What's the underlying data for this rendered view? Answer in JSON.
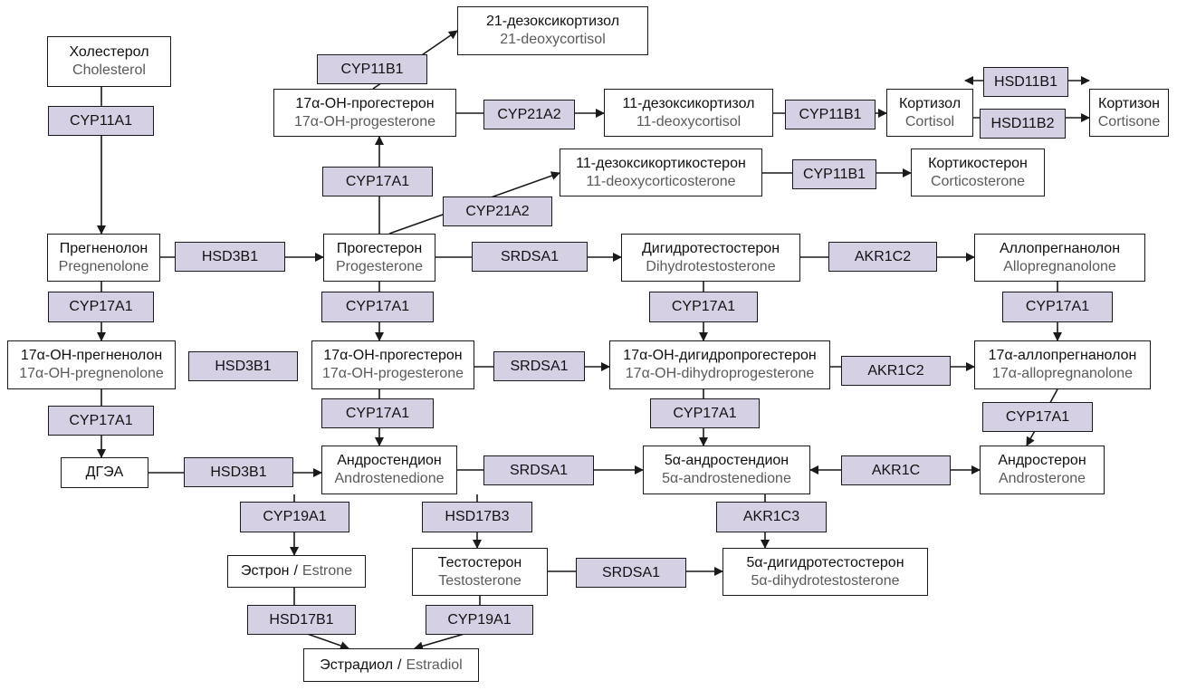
{
  "colors": {
    "enzyme_fill": "#d6d0e4",
    "line": "#1a1a1a",
    "english_text": "#5a5a5a"
  },
  "nodes": {
    "cholesterol": {
      "ru": "Холестерол",
      "en": "Cholesterol"
    },
    "deoxycortisol21": {
      "ru": "21-дезоксикортизол",
      "en": "21-deoxycortisol"
    },
    "ohprog_top": {
      "ru": "17α-ОН-прогестерон",
      "en": "17α-OH-progesterone"
    },
    "deoxycortisol11": {
      "ru": "11-дезоксикортизол",
      "en": "11-deoxycortisol"
    },
    "cortisol": {
      "ru": "Кортизол",
      "en": "Cortisol"
    },
    "cortisone": {
      "ru": "Кортизон",
      "en": "Cortisone"
    },
    "doc": {
      "ru": "11-дезоксикортикостерон",
      "en": "11-deoxycorticosterone"
    },
    "corticosterone": {
      "ru": "Кортикостерон",
      "en": "Corticosterone"
    },
    "pregnenolone": {
      "ru": "Прегненолон",
      "en": "Pregnenolone"
    },
    "progesterone": {
      "ru": "Прогестерон",
      "en": "Progesterone"
    },
    "dht_prog": {
      "ru": "Дигидротестостерон",
      "en": "Dihydrotestosterone"
    },
    "allopregnanolone": {
      "ru": "Аллопрегнанолон",
      "en": "Allopregnanolone"
    },
    "ohpreg": {
      "ru": "17α-ОН-прегненолон",
      "en": "17α-OH-pregnenolone"
    },
    "ohprog_mid": {
      "ru": "17α-ОН-прогестерон",
      "en": "17α-OH-progesterone"
    },
    "ohdhprog": {
      "ru": "17α-ОН-дигидропрогестерон",
      "en": "17α-OH-dihydroprogesterone"
    },
    "ohallo": {
      "ru": "17α-аллопрегнанолон",
      "en": "17α-allopregnanolone"
    },
    "dhea": {
      "ru": "ДГЭА"
    },
    "androstenedione": {
      "ru": "Андростендион",
      "en": "Androstenedione"
    },
    "adione5a": {
      "ru": "5α-андростендион",
      "en": "5α-androstenedione"
    },
    "androsterone": {
      "ru": "Андростерон",
      "en": "Androsterone"
    },
    "estrone": {
      "ru": "Эстрон",
      "sep": "/",
      "en": "Estrone"
    },
    "testosterone": {
      "ru": "Тестостерон",
      "en": "Testosterone"
    },
    "dht5a": {
      "ru": "5α-дигидротестостерон",
      "en": "5α-dihydrotestosterone"
    },
    "estradiol": {
      "ru": "Эстрадиол",
      "sep": "/",
      "en": "Estradiol"
    }
  },
  "enzymes": {
    "cyp11b1_a": "CYP11B1",
    "cyp11a1": "CYP11A1",
    "cyp21a2_a": "CYP21A2",
    "cyp11b1_b": "CYP11B1",
    "hsd11b1": "HSD11B1",
    "hsd11b2": "HSD11B2",
    "cyp17a1_a": "CYP17A1",
    "cyp11b1_c": "CYP11B1",
    "cyp21a2_b": "CYP21A2",
    "hsd3b1_a": "HSD3B1",
    "srdsa1_a": "SRDSA1",
    "akr1c2_a": "AKR1C2",
    "cyp17a1_b": "CYP17A1",
    "cyp17a1_c": "CYP17A1",
    "cyp17a1_d": "CYP17A1",
    "cyp17a1_e": "CYP17A1",
    "hsd3b1_b": "HSD3B1",
    "srdsa1_b": "SRDSA1",
    "akr1c2_b": "AKR1C2",
    "cyp17a1_f": "CYP17A1",
    "cyp17a1_g": "CYP17A1",
    "cyp17a1_h": "CYP17A1",
    "cyp17a1_i": "CYP17A1",
    "hsd3b1_c": "HSD3B1",
    "srdsa1_c": "SRDSA1",
    "akr1c": "AKR1C",
    "cyp19a1_a": "CYP19A1",
    "hsd17b3": "HSD17B3",
    "akr1c3": "AKR1C3",
    "srdsa1_d": "SRDSA1",
    "hsd17b1": "HSD17B1",
    "cyp19a1_b": "CYP19A1"
  }
}
